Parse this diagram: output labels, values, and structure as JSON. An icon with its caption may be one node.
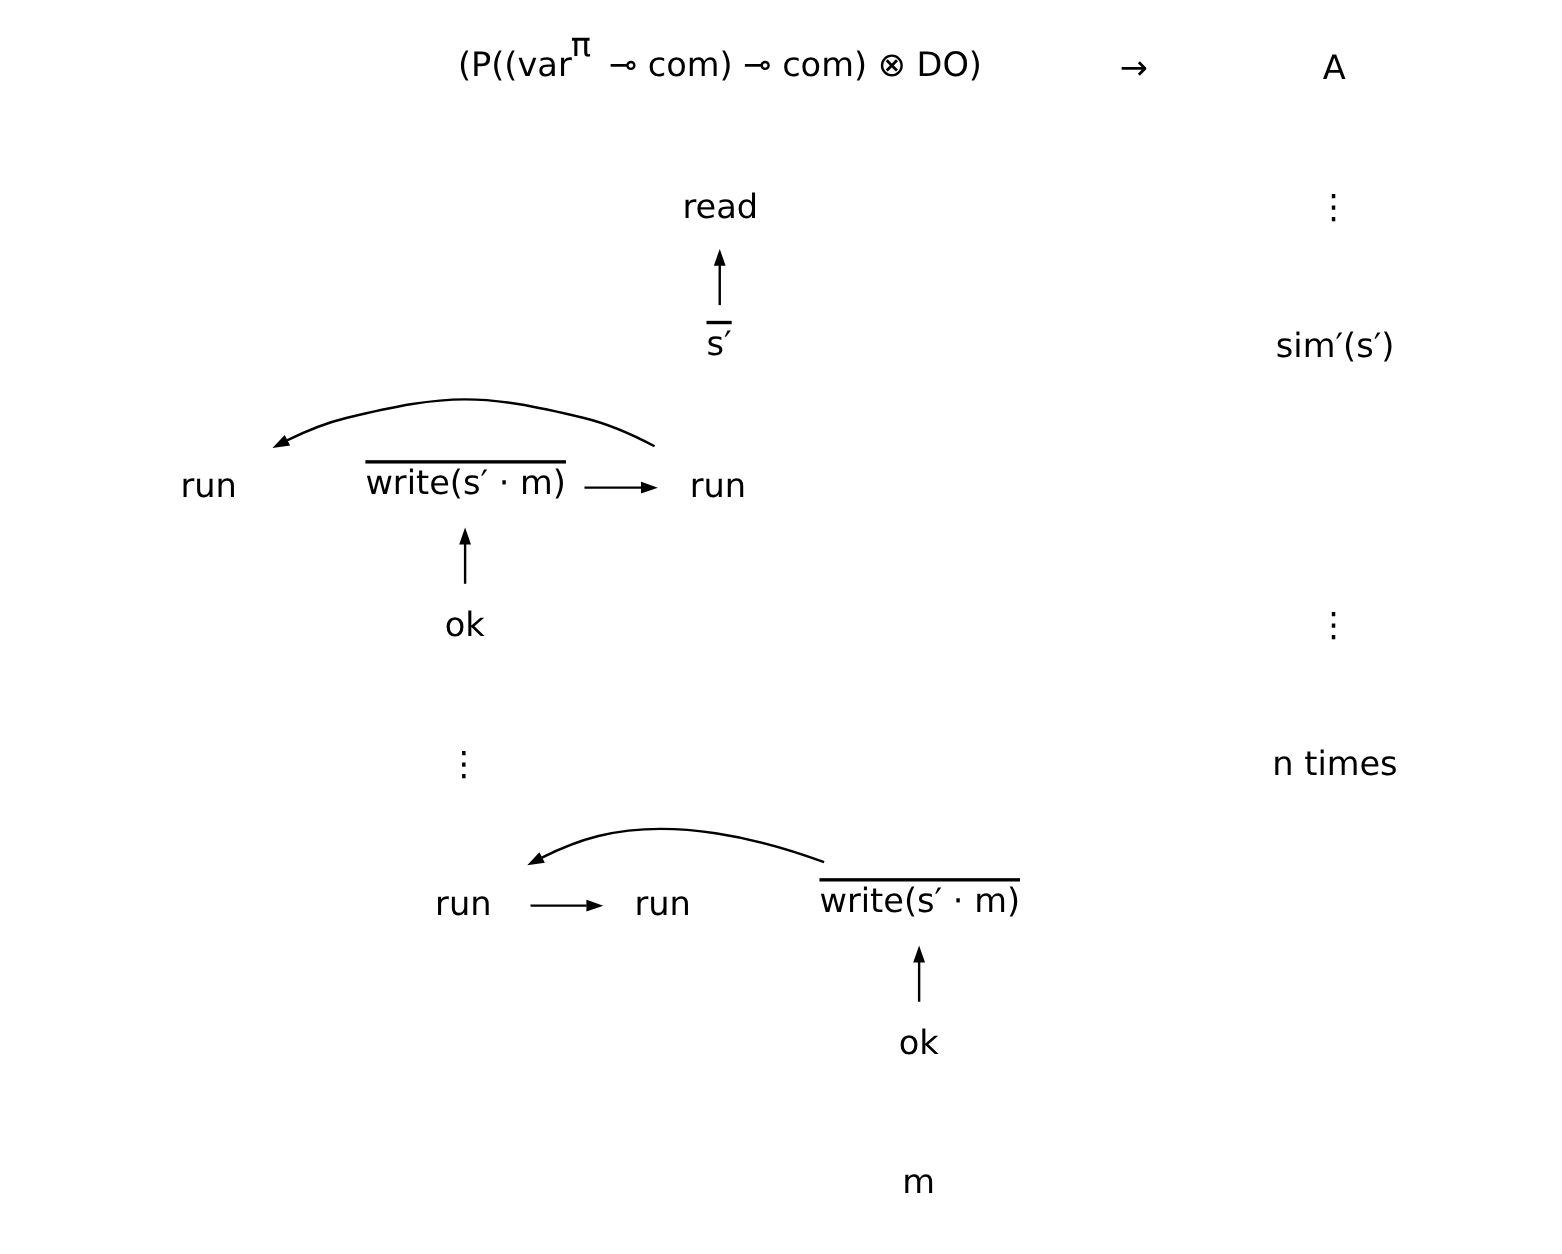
{
  "diagram": {
    "nodes": [
      {
        "text": [
          "read"
        ]
      },
      {
        "text": [
          "s′"
        ]
      },
      {
        "text": [
          "write(s′ · m)"
        ]
      },
      {
        "text": [
          "ok"
        ]
      },
      {
        "text": [
          "run"
        ]
      },
      {
        "text": [
          "run"
        ]
      },
      {
        "text": [
          "write(s′ · m)"
        ]
      },
      {
        "text": [
          "ok"
        ]
      },
      {
        "text": [
          "run"
        ]
      },
      {
        "text": [
          "run"
        ]
      }
    ],
    "edges": [
      {
        "from": 1,
        "to": 0,
        "arrow": "to"
      },
      {
        "from": 3,
        "to": 2,
        "arrow": "to"
      },
      {
        "from": 2,
        "to": 4,
        "arrow": "to"
      },
      {
        "from": 4,
        "to": 5,
        "arrow": "to"
      },
      {
        "from": 7,
        "to": 6,
        "arrow": "to"
      },
      {
        "from": 6,
        "to": 8,
        "arrow": "to"
      },
      {
        "from": 8,
        "to": 9,
        "arrow": "to"
      }
    ],
    "labels": [
      "(P((var$^{π}$ ⊸ com) ⊸ com) ⊗ DO)",
      "→",
      "A",
      "⋮",
      "sim′(s′)",
      "⋮",
      "⋮",
      "n times",
      "m"
    ]
  }
}
